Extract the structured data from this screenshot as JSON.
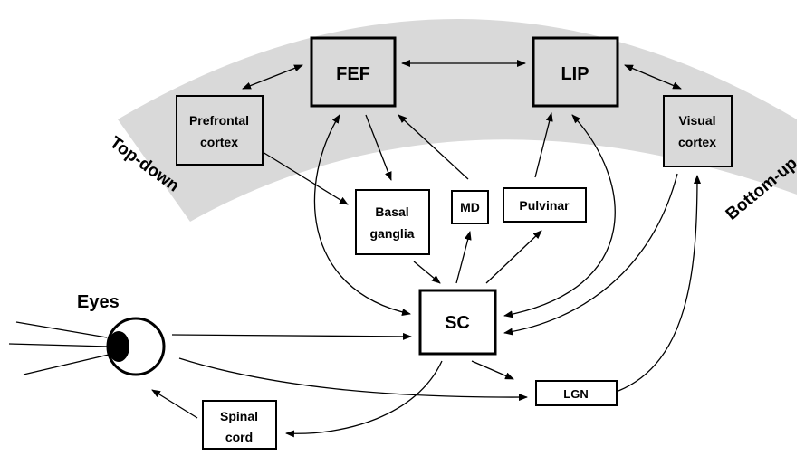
{
  "arc_labels": {
    "left": "Top-down",
    "right": "Bottom-up"
  },
  "nodes": {
    "fef": "FEF",
    "lip": "LIP",
    "prefrontal": [
      "Prefrontal",
      "cortex"
    ],
    "visual": [
      "Visual",
      "cortex"
    ],
    "basal": [
      "Basal",
      "ganglia"
    ],
    "md": "MD",
    "pulvinar": "Pulvinar",
    "sc": "SC",
    "lgn": "LGN",
    "spinal": [
      "Spinal",
      "cord"
    ],
    "eyes": "Eyes"
  },
  "colors": {
    "band": "#d9d9d9",
    "cortical_box_fill": "#d9d9d9",
    "subcortical_box_fill": "#ffffff",
    "stroke": "#000000"
  },
  "edges": [
    {
      "from": "Prefrontal cortex",
      "to": "FEF",
      "direction": "both"
    },
    {
      "from": "FEF",
      "to": "LIP",
      "direction": "both"
    },
    {
      "from": "LIP",
      "to": "Visual cortex",
      "direction": "both"
    },
    {
      "from": "FEF",
      "to": "Basal ganglia",
      "direction": "forward"
    },
    {
      "from": "Prefrontal cortex",
      "to": "Basal ganglia",
      "direction": "forward"
    },
    {
      "from": "MD",
      "to": "FEF",
      "direction": "forward"
    },
    {
      "from": "Pulvinar",
      "to": "LIP",
      "direction": "forward"
    },
    {
      "from": "Basal ganglia",
      "to": "SC",
      "direction": "forward"
    },
    {
      "from": "SC",
      "to": "MD",
      "direction": "forward"
    },
    {
      "from": "SC",
      "to": "Pulvinar",
      "direction": "forward"
    },
    {
      "from": "SC",
      "to": "FEF",
      "direction": "both"
    },
    {
      "from": "SC",
      "to": "LIP",
      "direction": "both"
    },
    {
      "from": "Visual cortex",
      "to": "SC",
      "direction": "forward"
    },
    {
      "from": "Eyes",
      "to": "SC",
      "direction": "forward"
    },
    {
      "from": "Eyes",
      "to": "LGN",
      "direction": "forward"
    },
    {
      "from": "SC",
      "to": "LGN",
      "direction": "forward"
    },
    {
      "from": "LGN",
      "to": "Visual cortex",
      "direction": "forward"
    },
    {
      "from": "SC",
      "to": "Spinal cord",
      "direction": "forward"
    },
    {
      "from": "Spinal cord",
      "to": "Eyes",
      "direction": "forward"
    }
  ]
}
